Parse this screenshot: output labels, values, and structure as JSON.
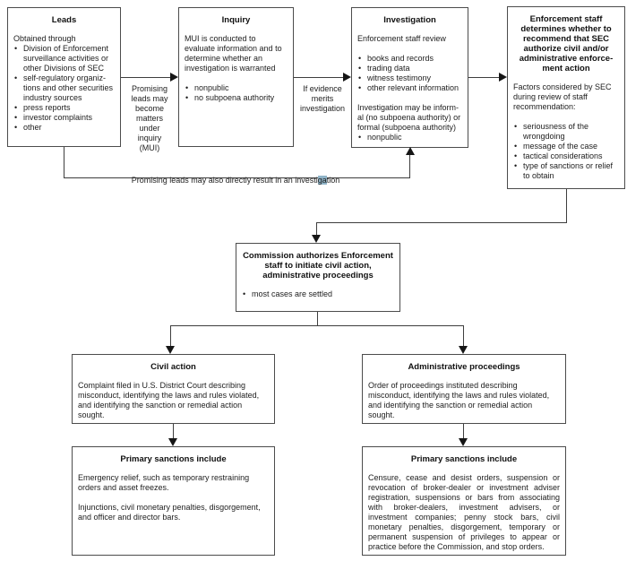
{
  "boxes": {
    "leads": {
      "title": "Leads",
      "intro": "Obtained through",
      "bullets": [
        "Division of Enforcement\nsurveillance activities or\nother Divisions of SEC",
        "self-regulatory organiz-\ntions and other securities\nindustry sources",
        "press reports",
        "investor complaints",
        "other"
      ]
    },
    "inquiry": {
      "title": "Inquiry",
      "intro": "MUI is conducted to\nevaluate information and to\ndetermine whether an\ninvestigation is warranted",
      "bullets": [
        "nonpublic",
        "no subpoena authority"
      ]
    },
    "investigation": {
      "title": "Investigation",
      "intro": "Enforcement staff review",
      "bullets": [
        "books and records",
        "trading data",
        "witness testimony",
        "other relevant information"
      ],
      "note": "Investigation may be inform-\nal (no subpoena authority) or\nformal (subpoena authority)",
      "note_bullets": [
        "nonpublic"
      ]
    },
    "enforcement": {
      "title": "Enforcement staff\ndetermines whether to\nrecommend that SEC\nauthorize civil and/or\nadministrative enforce-\nment action",
      "intro": "Factors considered by SEC\nduring review of staff\nrecommendation:",
      "bullets": [
        "seriousness of the\nwrongdoing",
        "message of the case",
        "tactical considerations",
        "type of sanctions or relief\nto obtain"
      ]
    },
    "commission": {
      "title": "Commission authorizes Enforcement\nstaff to initiate civil action,\nadministrative proceedings",
      "bullets": [
        "most cases are settled"
      ]
    },
    "civil_action": {
      "title": "Civil action",
      "body": "Complaint filed in U.S. District Court describing misconduct, identifying the laws and rules violated, and identifying the sanction or remedial action sought."
    },
    "admin_proceedings": {
      "title": "Administrative proceedings",
      "body": "Order of proceedings instituted describing misconduct, identifying the laws and rules violated, and identifying the sanction or remedial action sought."
    },
    "civil_sanctions": {
      "title": "Primary sanctions include",
      "paragraphs": [
        "Emergency relief, such as temporary restraining orders and asset freezes.",
        "Injunctions, civil monetary penalties, disgorgement, and officer and director bars."
      ]
    },
    "admin_sanctions": {
      "title": "Primary sanctions include",
      "body": "Censure, cease and desist orders, suspension or revocation of broker-dealer or investment adviser registration, suspensions or bars from associating with broker-dealers, investment advisers, or investment companies; penny stock bars, civil monetary penalties, disgorgement, temporary or permanent suspension of privileges to appear or practice before the Commission, and stop orders."
    }
  },
  "labels": {
    "promising_mui": "Promising\nleads may\nbecome\nmatters\nunder\ninquiry\n(MUI)",
    "if_evidence": "If evidence\nmerits\ninvestigation",
    "direct": {
      "pre": "Promising leads may also directly result in an investi",
      "highlight": "ga",
      "post": "tion"
    }
  },
  "colors": {
    "selection_highlight": "#8fb3c7",
    "box_border": "#4c4c4c",
    "line": "#3e3e3e"
  }
}
